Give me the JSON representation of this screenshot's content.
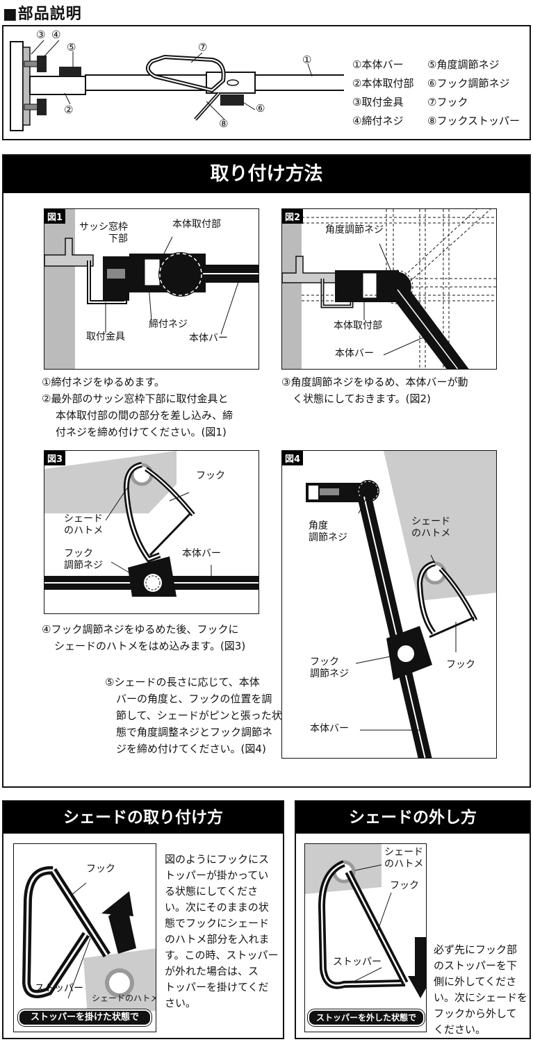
{
  "parts": {
    "title": "■部品説明",
    "legend": [
      "①本体バー",
      "⑤角度調節ネジ",
      "②本体取付部",
      "⑥フック調節ネジ",
      "③取付金具",
      "⑦フック",
      "④締付ネジ",
      "⑧フックストッパー"
    ],
    "callouts": [
      "③",
      "④",
      "⑤",
      "⑦",
      "①",
      "②",
      "⑥",
      "⑧"
    ]
  },
  "install": {
    "title": "取り付け方法",
    "fig1": {
      "tag": "図1",
      "sash": "サッシ窓枠\n下部",
      "mount": "本体取付部",
      "screw": "締付ネジ",
      "bracket": "取付金具",
      "bar": "本体バー"
    },
    "fig2": {
      "tag": "図2",
      "angle": "角度調節ネジ",
      "mount": "本体取付部",
      "bar": "本体バー"
    },
    "fig3": {
      "tag": "図3",
      "hook": "フック",
      "grommet": "シェード\nのハトメ",
      "hookscrew": "フック\n調節ネジ",
      "bar": "本体バー"
    },
    "fig4": {
      "tag": "図4",
      "angle": "角度\n調節ネジ",
      "grommet": "シェード\nのハトメ",
      "hook": "フック",
      "hookscrew": "フック\n調節ネジ",
      "bar": "本体バー"
    },
    "steps": {
      "s1": "①締付ネジをゆるめます。",
      "s2a": "②最外部のサッシ窓枠下部に取付金具と",
      "s2b": "本体取付部の間の部分を差し込み、締",
      "s2c": "付ネジを締め付けてください。(図1)",
      "s3a": "③角度調節ネジをゆるめ、本体バーが動",
      "s3b": "く状態にしておきます。(図2)",
      "s4a": "④フック調節ネジをゆるめた後、フックに",
      "s4b": "シェードのハトメをはめ込みます。(図3)",
      "s5a": "⑤シェードの長さに応じて、本体",
      "s5b": "バーの角度と、フックの位置を調",
      "s5c": "節して、シェードがピンと張った状",
      "s5d": "態で角度調整ネジとフック調節ネ",
      "s5e": "ジを締め付けてください。(図4)"
    }
  },
  "attach": {
    "title": "シェードの取り付け方",
    "hook": "フック",
    "stopper": "ストッパー",
    "grommet": "シェードのハトメ",
    "pill": "ストッパーを掛けた状態で",
    "lines": [
      "図のようにフックにス",
      "トッパーが掛かってい",
      "る状態にしてくださ",
      "い。次にそのままの状",
      "態でフックにシェード",
      "のハトメ部分を入れま",
      "す。この時、ストッパー",
      "が外れた場合は、ス",
      "トッパーを掛けてくだ",
      "さい。"
    ]
  },
  "remove": {
    "title": "シェードの外し方",
    "grommet": "シェード\nのハトメ",
    "hook": "フック",
    "stopper": "ストッパー",
    "pill": "ストッパーを外した状態で",
    "lines": [
      "必ず先にフック部",
      "のストッパーを下",
      "側に外してくださ",
      "い。次にシェードを",
      "フックから外して",
      "ください。"
    ]
  }
}
